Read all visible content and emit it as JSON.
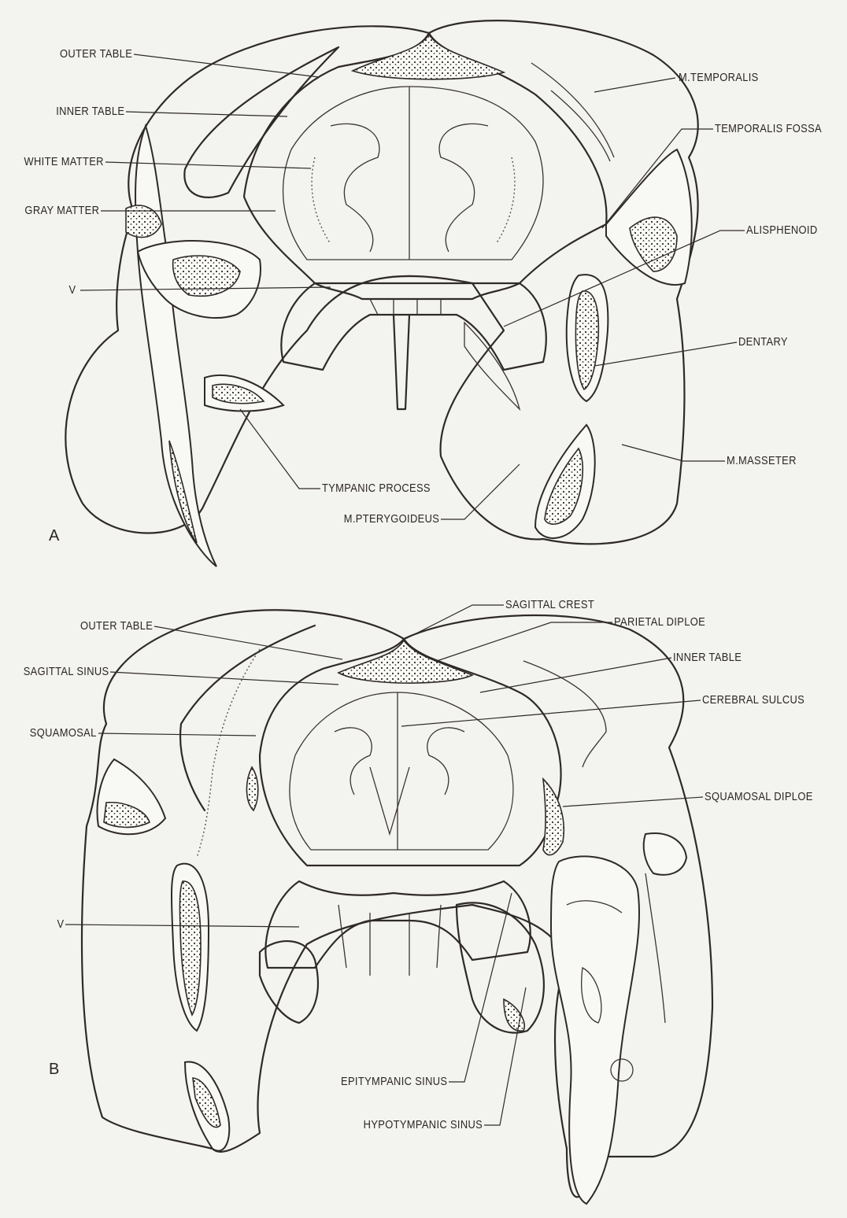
{
  "panels": [
    {
      "letter": "A",
      "labels": {
        "outer_table": "OUTER TABLE",
        "inner_table": "INNER TABLE",
        "white_matter": "WHITE MATTER",
        "gray_matter": "GRAY MATTER",
        "v": "V",
        "m_temporalis": "M.TEMPORALIS",
        "temporalis_fossa": "TEMPORALIS FOSSA",
        "alisphenoid": "ALISPHENOID",
        "dentary": "DENTARY",
        "m_masseter": "M.MASSETER",
        "tympanic_process": "TYMPANIC PROCESS",
        "m_pterygoideus": "M.PTERYGOIDEUS"
      }
    },
    {
      "letter": "B",
      "labels": {
        "outer_table": "OUTER TABLE",
        "sagittal_sinus": "SAGITTAL SINUS",
        "squamosal": "SQUAMOSAL",
        "v": "V",
        "sagittal_crest": "SAGITTAL CREST",
        "parietal_diploe": "PARIETAL DIPLOE",
        "inner_table": "INNER TABLE",
        "cerebral_sulcus": "CEREBRAL SULCUS",
        "squamosal_diploe": "SQUAMOSAL DIPLOE",
        "epitympanic_sinus": "EPITYMPANIC SINUS",
        "hypotympanic_sinus": "HYPOTYMPANIC SINUS"
      }
    }
  ]
}
